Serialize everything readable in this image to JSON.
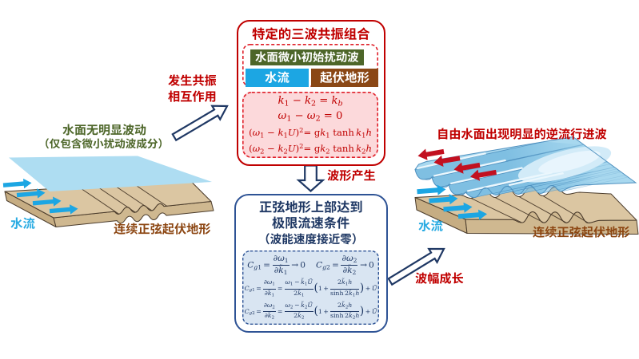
{
  "colors": {
    "red": "#c00000",
    "dashed_red": "#e02020",
    "pink_fill": "#fcd9db",
    "navy_text": "#1f3864",
    "blue_border": "#2e5395",
    "blue_fill": "#d9e5f2",
    "green_box": "#4d6629",
    "blue_box": "#1ca6e3",
    "brown_box": "#8a4715",
    "cyan_label": "#29abe2",
    "brown_label": "#8c4612",
    "green_label": "#4d6629",
    "sand": "#dbc6a2",
    "water": "#aeddf2",
    "arrow_red": "#c21020"
  },
  "resonance_box": {
    "title": "特定的三波共振组合",
    "components": {
      "surface_wave": "水面微小初始扰动波",
      "current": "水流",
      "topography": "起伏地形"
    },
    "equations": [
      "<i>k</i><sub>1</sub> − <i>k</i><sub>2</sub> = <i>k<sub>b</sub></i>",
      "<i>ω</i><sub>1</sub> − <i>ω</i><sub>2</sub> = 0",
      "(<i>ω</i><sub>1</sub> − <i>k</i><sub>1</sub><i>U</i>)<sup>2</sup>= g<i>k</i><sub>1</sub> tanh <i>k</i><sub>1</sub><i>h</i>",
      "(<i>ω</i><sub>2</sub> − <i>k</i><sub>2</sub><i>U</i>)<sup>2</sup>= g<i>k</i><sub>2</sub> tanh <i>k</i><sub>2</sub><i>h</i>"
    ]
  },
  "condition_box": {
    "title_lines": [
      "正弦地形上部达到",
      "极限流速条件",
      "（波能速度接近零）"
    ],
    "equations": [
      "<i>C</i><sub><i>g</i>1</sub> = <span class=\"fr\"><span class=\"nu\">∂<i>ω</i><sub>1</sub></span><span class=\"de\">∂<i>k̃</i><sub>1</sub></span></span> → 0<span class=\"gap\"></span><i>C</i><sub><i>g</i>2</sub> = <span class=\"fr\"><span class=\"nu\">∂<i>ω</i><sub>2</sub></span><span class=\"de\">∂<i>k̃</i><sub>2</sub></span></span> → 0",
      "<i>C</i><sub><i>g</i>1</sub> = <span class=\"fr\"><span class=\"nu\">∂<i>ω</i><sub>1</sub></span><span class=\"de\">∂<i>k̃</i><sub>1</sub></span></span> = <span class=\"fr\"><span class=\"nu\"><i>ω</i><sub>1</sub> − <i>k̃</i><sub>1</sub><i>Ũ</i></span><span class=\"de\">2<i>k̃</i><sub>1</sub></span></span><span class=\"bp\">(</span>1 + <span class=\"fr\"><span class=\"nu\">2<i>k̃</i><sub>1</sub><i>h</i></span><span class=\"de\">sinh 2<i>k̃</i><sub>1</sub><i>h</i></span></span><span class=\"bp\">)</span> + <i>Ũ</i>",
      "<i>C</i><sub><i>g</i>2</sub> = <span class=\"fr\"><span class=\"nu\">∂<i>ω</i><sub>2</sub></span><span class=\"de\">∂<i>k̃</i><sub>2</sub></span></span> = <span class=\"fr\"><span class=\"nu\"><i>ω</i><sub>2</sub> − <i>k̃</i><sub>2</sub><i>Ũ</i></span><span class=\"de\">2<i>k̃</i><sub>2</sub></span></span><span class=\"bp\">(</span>1 + <span class=\"fr\"><span class=\"nu\">2<i>k̃</i><sub>2</sub><i>h</i></span><span class=\"de\">sinh 2<i>k̃</i><sub>2</sub><i>h</i></span></span><span class=\"bp\">)</span> + <i>Ũ</i>"
    ]
  },
  "labels": {
    "resonance_arrow": [
      "发生共振",
      "相互作用"
    ],
    "wave_generation": "波形产生",
    "amplitude_growth": "波幅成长",
    "left_caption_line1": "水面无明显波动",
    "left_caption_line2": "（仅包含微小扰动波成分）",
    "right_caption": "自由水面出现明显的逆流行进波",
    "current_left": "水流",
    "topography_left": "连续正弦起伏地形",
    "current_right": "水流",
    "topography_right": "连续正弦起伏地形"
  }
}
